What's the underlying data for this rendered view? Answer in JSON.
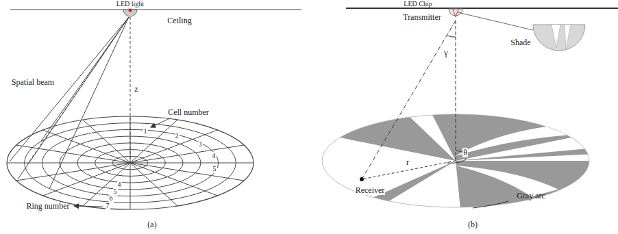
{
  "diagram": {
    "labels": [
      "LED light",
      "Ceiling",
      "Spatial beam",
      "z",
      "Cell number",
      "1",
      "2",
      "3",
      "4",
      "5",
      "4",
      "5",
      "6",
      "7",
      "Ring number",
      "(a)",
      "LED Chip",
      "Transmitter",
      "Shade",
      "γ",
      "θ",
      "r",
      "Receiver",
      "Gray arc",
      "(b)"
    ]
  }
}
